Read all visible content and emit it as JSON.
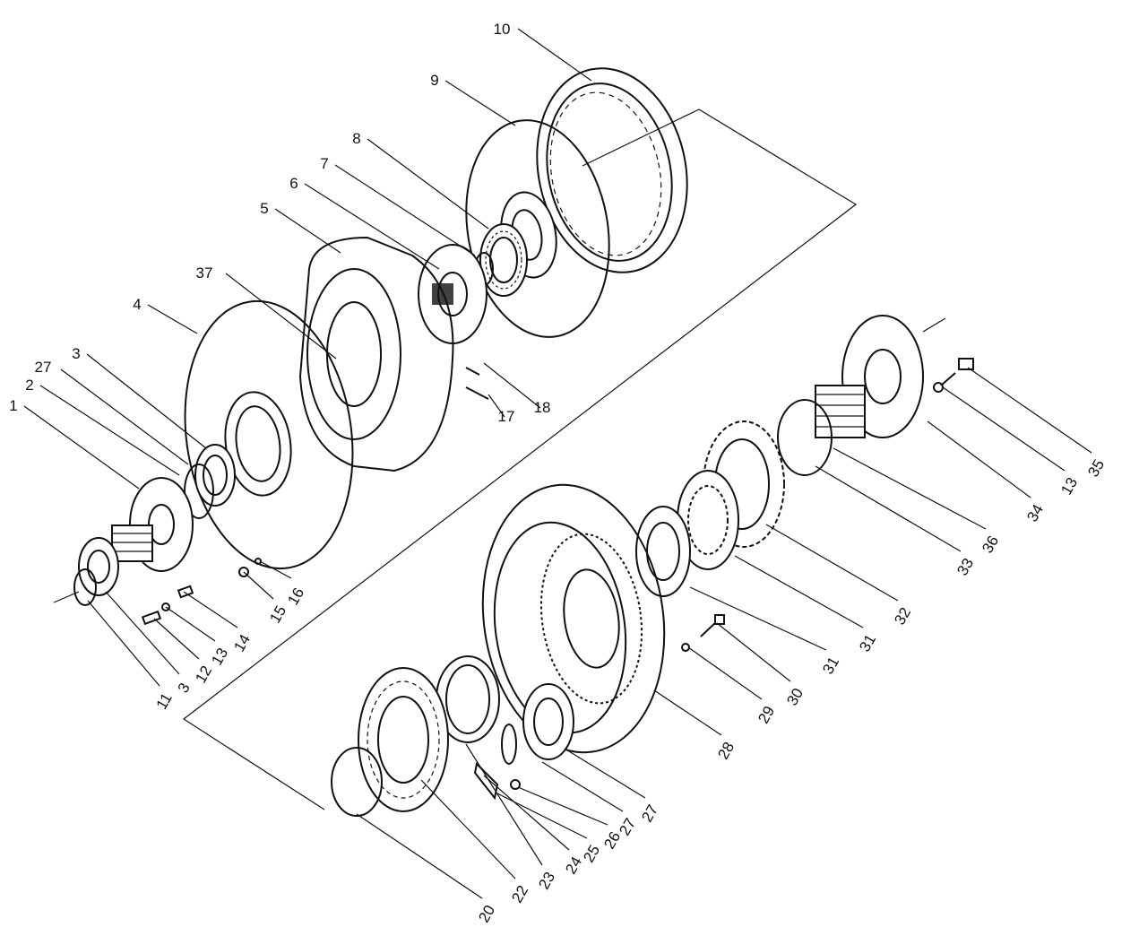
{
  "colors": {
    "ink": "#111111",
    "paper": "#ffffff",
    "stipple": "#555555"
  },
  "callouts": [
    {
      "id": "c10",
      "label": "10"
    },
    {
      "id": "c9",
      "label": "9"
    },
    {
      "id": "c8",
      "label": "8"
    },
    {
      "id": "c7",
      "label": "7"
    },
    {
      "id": "c6",
      "label": "6"
    },
    {
      "id": "c5",
      "label": "5"
    },
    {
      "id": "c37",
      "label": "37"
    },
    {
      "id": "c4",
      "label": "4"
    },
    {
      "id": "c3a",
      "label": "3"
    },
    {
      "id": "c27a",
      "label": "27"
    },
    {
      "id": "c2",
      "label": "2"
    },
    {
      "id": "c1",
      "label": "1"
    },
    {
      "id": "c18",
      "label": "18"
    },
    {
      "id": "c17",
      "label": "17"
    },
    {
      "id": "c16",
      "label": "16"
    },
    {
      "id": "c15",
      "label": "15"
    },
    {
      "id": "c14",
      "label": "14"
    },
    {
      "id": "c13a",
      "label": "13"
    },
    {
      "id": "c12",
      "label": "12"
    },
    {
      "id": "c3b",
      "label": "3"
    },
    {
      "id": "c11",
      "label": "11"
    },
    {
      "id": "c35",
      "label": "35"
    },
    {
      "id": "c13b",
      "label": "13"
    },
    {
      "id": "c34",
      "label": "34"
    },
    {
      "id": "c36",
      "label": "36"
    },
    {
      "id": "c33",
      "label": "33"
    },
    {
      "id": "c32",
      "label": "32"
    },
    {
      "id": "c31a",
      "label": "31"
    },
    {
      "id": "c31b",
      "label": "31"
    },
    {
      "id": "c30",
      "label": "30"
    },
    {
      "id": "c29",
      "label": "29"
    },
    {
      "id": "c28",
      "label": "28"
    },
    {
      "id": "c27b",
      "label": "27"
    },
    {
      "id": "c27c",
      "label": "27"
    },
    {
      "id": "c26",
      "label": "26"
    },
    {
      "id": "c25",
      "label": "25"
    },
    {
      "id": "c24",
      "label": "24"
    },
    {
      "id": "c23",
      "label": "23"
    },
    {
      "id": "c22",
      "label": "22"
    },
    {
      "id": "c20",
      "label": "20"
    }
  ]
}
